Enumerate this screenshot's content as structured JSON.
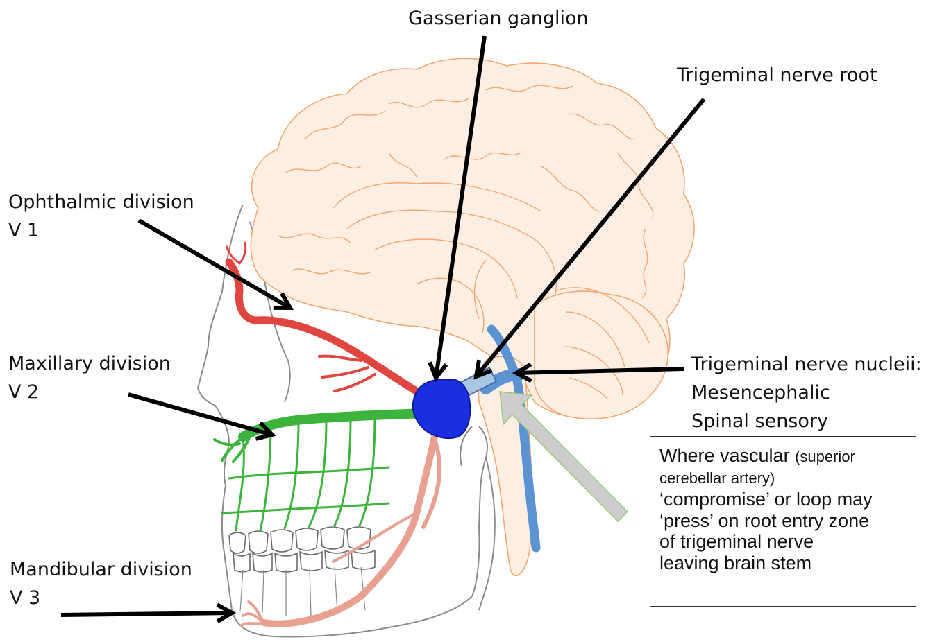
{
  "labels": {
    "gasserian_ganglion": "Gasserian ganglion",
    "trigeminal_nerve_root": "Trigeminal nerve root",
    "ophthalmic": {
      "line1": "Ophthalmic division",
      "line2": "V 1"
    },
    "maxillary": {
      "line1": "Maxillary division",
      "line2": "V 2"
    },
    "mandibular": {
      "line1": "Mandibular division",
      "line2": "V 3"
    },
    "nuclei": {
      "line1": "Trigeminal nerve nucleii:",
      "line2": "Mesencephalic",
      "line3": "Spinal sensory"
    }
  },
  "note": {
    "line1a": "Where vascular ",
    "line1b": "(superior",
    "line2": "cerebellar artery)",
    "line3": "‘compromise’ or loop may",
    "line4": "‘press’ on root entry zone",
    "line5": "of trigeminal nerve",
    "line6": "leaving brain stem"
  },
  "colors": {
    "brain_outline": "#f5a66e",
    "brain_fill": "#fdeee4",
    "skull_outline": "#8a8a8a",
    "ophthalmic_nerve": "#e0453f",
    "maxillary_nerve": "#3cb43c",
    "mandibular_nerve": "#e8a090",
    "ganglion": "#1a2fe0",
    "nerve_root": "#a9c6e3",
    "nuclei": "#5b93d3",
    "pointer_arrow": "#cccccc",
    "pointer_arrow_outline": "#9ccc7a",
    "arrows": "#000000"
  }
}
